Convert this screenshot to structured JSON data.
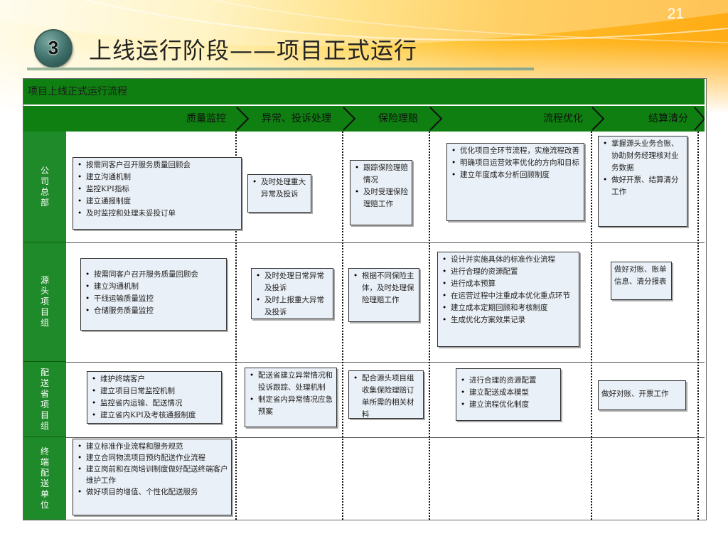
{
  "page_number": "21",
  "section_number": "3",
  "slide_title": "上线运行阶段——项目正式运行",
  "diagram": {
    "title": "项目上线正式运行流程",
    "phases": [
      "质量监控",
      "异常、投诉处理",
      "保险理赔",
      "流程优化",
      "结算清分"
    ],
    "rows": [
      "公司总部",
      "源头项目组",
      "配送省项目组",
      "终端配送单位"
    ],
    "cells": {
      "hq_quality": [
        "按需同客户召开服务质量回顾会",
        "建立沟通机制",
        "监控KPI指标",
        "建立通报制度",
        "及时监控和处理未妥投订单"
      ],
      "hq_exception": [
        "及时处理重大异常及投诉"
      ],
      "hq_insurance": [
        "跟踪保险理赔情况",
        "及时受理保险理赔工作"
      ],
      "hq_optimize": [
        "优化项目全环节流程，实施流程改善",
        "明确项目运营效率优化的方向和目标",
        "建立年度成本分析回顾制度"
      ],
      "hq_settle": [
        "掌握源头业务合账、协助财务经理核对业务数据",
        "做好开票、结算清分工作"
      ],
      "src_quality": [
        "按需同客户召开服务质量回顾会",
        "建立沟通机制",
        "干线运输质量监控",
        "仓储服务质量监控"
      ],
      "src_exception": [
        "及时处理日常异常及投诉",
        "及时上报重大异常及投诉"
      ],
      "src_insurance": [
        "根据不同保险主体，及时处理保险理赔工作"
      ],
      "src_optimize": [
        "设计并实施具体的标准作业流程",
        "进行合理的资源配置",
        "进行成本预算",
        "在运营过程中注重成本优化重点环节",
        "建立成本定期回顾和考核制度",
        "生成优化方案效果记录"
      ],
      "src_settle": "做好对账、账单信息、清分报表",
      "prov_quality": [
        "维护终端客户",
        "建立项目日常监控机制",
        "监控省内运输、配送情况",
        "建立省内KPI及考核通报制度"
      ],
      "prov_exception": [
        "配送省建立异常情况和投诉跟踪、处理机制",
        "制定省内异常情况应急预案"
      ],
      "prov_insurance": [
        "配合源头项目组收集保险理赔订单所需的相关材料"
      ],
      "prov_optimize": [
        "进行合理的资源配置",
        "建立配送成本模型",
        "建立流程优化制度"
      ],
      "prov_settle": "做好对账、开票工作",
      "term_quality": [
        "建立标准作业流程和服务规范",
        "建立合同物流项目预约配送作业流程",
        "建立岗前和在岗培训制度做好配送终端客户维护工作",
        "做好项目的增值、个性化配送服务"
      ]
    }
  },
  "colors": {
    "header_green": "#0e7f10",
    "row_head_green": "#1f8a2a",
    "box_fill": "#eaf0f7",
    "banner_orange": "#ffab14"
  }
}
